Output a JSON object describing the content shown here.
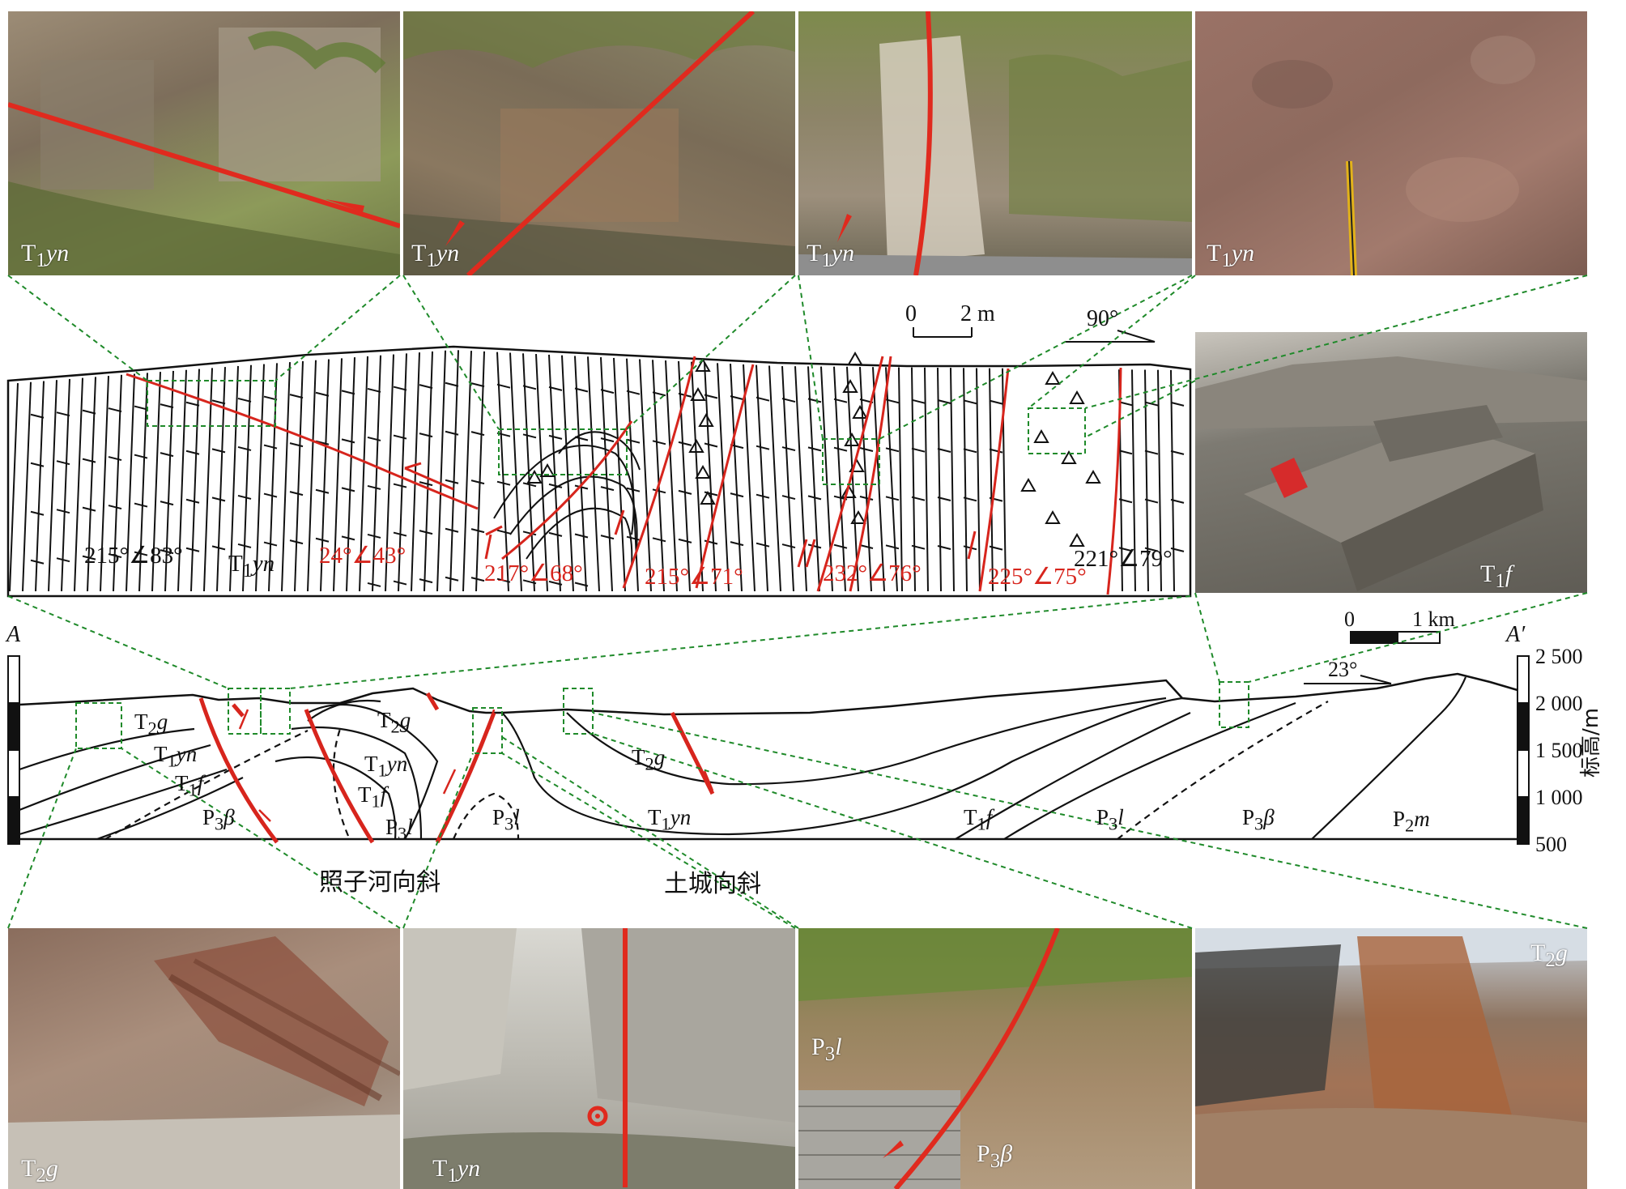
{
  "colors": {
    "fault": "#d7251d",
    "guide": "#1f8a2a",
    "line": "#111111"
  },
  "top_photos": [
    {
      "label": "T<sub>1</sub><i>yn</i>"
    },
    {
      "label": "T<sub>1</sub><i>yn</i>"
    },
    {
      "label": "T<sub>1</sub><i>yn</i>"
    },
    {
      "label": "T<sub>1</sub><i>yn</i>"
    }
  ],
  "right_photo": {
    "label": "T<sub>1</sub><i>f</i>"
  },
  "bottom_photos": [
    {
      "label": "T<sub>2</sub><i>g</i>"
    },
    {
      "label": "T<sub>1</sub><i>yn</i>"
    },
    {
      "label": "P<sub>3</sub><i>l</i>",
      "label2": "P<sub>3</sub><i>β</i>"
    },
    {
      "label": "T<sub>2</sub><i>g</i>"
    }
  ],
  "sketch": {
    "scale_left": "0",
    "scale_right": "2 m",
    "bedding_angle": "90°",
    "attitudes_black": [
      "215°∠83°",
      "221°∠79°"
    ],
    "attitudes_red": [
      "24°∠43°",
      "217°∠68°",
      "215°∠71°",
      "232°∠76°",
      "225°∠75°"
    ],
    "unit_label": "T<sub>1</sub><i>yn</i>"
  },
  "section": {
    "label_a": "<i>A</i>",
    "label_a_prime": "<i>A′</i>",
    "scale_left": "0",
    "scale_right": "1 km",
    "slope_angle": "23°",
    "elevation_ticks": [
      "2 500",
      "2 000",
      "1 500",
      "1 000",
      "500"
    ],
    "elevation_axis": "标高/m",
    "units": [
      {
        "text": "T<sub>2</sub><i>g</i>"
      },
      {
        "text": "T<sub>1</sub><i>yn</i>"
      },
      {
        "text": "T<sub>1</sub><i>f</i>"
      },
      {
        "text": "P<sub>3</sub><i>β</i>"
      },
      {
        "text": "T<sub>2</sub><i>g</i>"
      },
      {
        "text": "T<sub>1</sub><i>yn</i>"
      },
      {
        "text": "T<sub>1</sub><i>f</i>"
      },
      {
        "text": "P<sub>3</sub><i>l</i>"
      },
      {
        "text": "P<sub>3</sub><i>l</i>"
      },
      {
        "text": "T<sub>2</sub><i>g</i>"
      },
      {
        "text": "T<sub>1</sub><i>yn</i>"
      },
      {
        "text": "T<sub>1</sub><i>f</i>"
      },
      {
        "text": "P<sub>3</sub><i>l</i>"
      },
      {
        "text": "P<sub>3</sub><i>β</i>"
      },
      {
        "text": "P<sub>2</sub><i>m</i>"
      }
    ],
    "syncline_1": "照子河向斜",
    "syncline_2": "土城向斜"
  }
}
